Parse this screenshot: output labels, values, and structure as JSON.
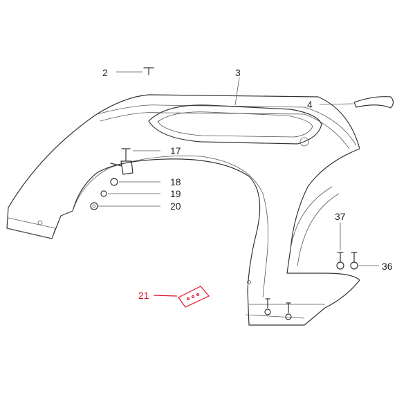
{
  "diagram": {
    "highlight_color": "#e0102a",
    "callouts": [
      {
        "id": "2",
        "label": "2"
      },
      {
        "id": "3",
        "label": "3"
      },
      {
        "id": "4",
        "label": "4"
      },
      {
        "id": "17",
        "label": "17"
      },
      {
        "id": "18",
        "label": "18"
      },
      {
        "id": "19",
        "label": "19"
      },
      {
        "id": "20",
        "label": "20"
      },
      {
        "id": "37",
        "label": "37"
      },
      {
        "id": "36",
        "label": "36"
      },
      {
        "id": "21",
        "label": "21",
        "highlighted": true
      }
    ]
  }
}
